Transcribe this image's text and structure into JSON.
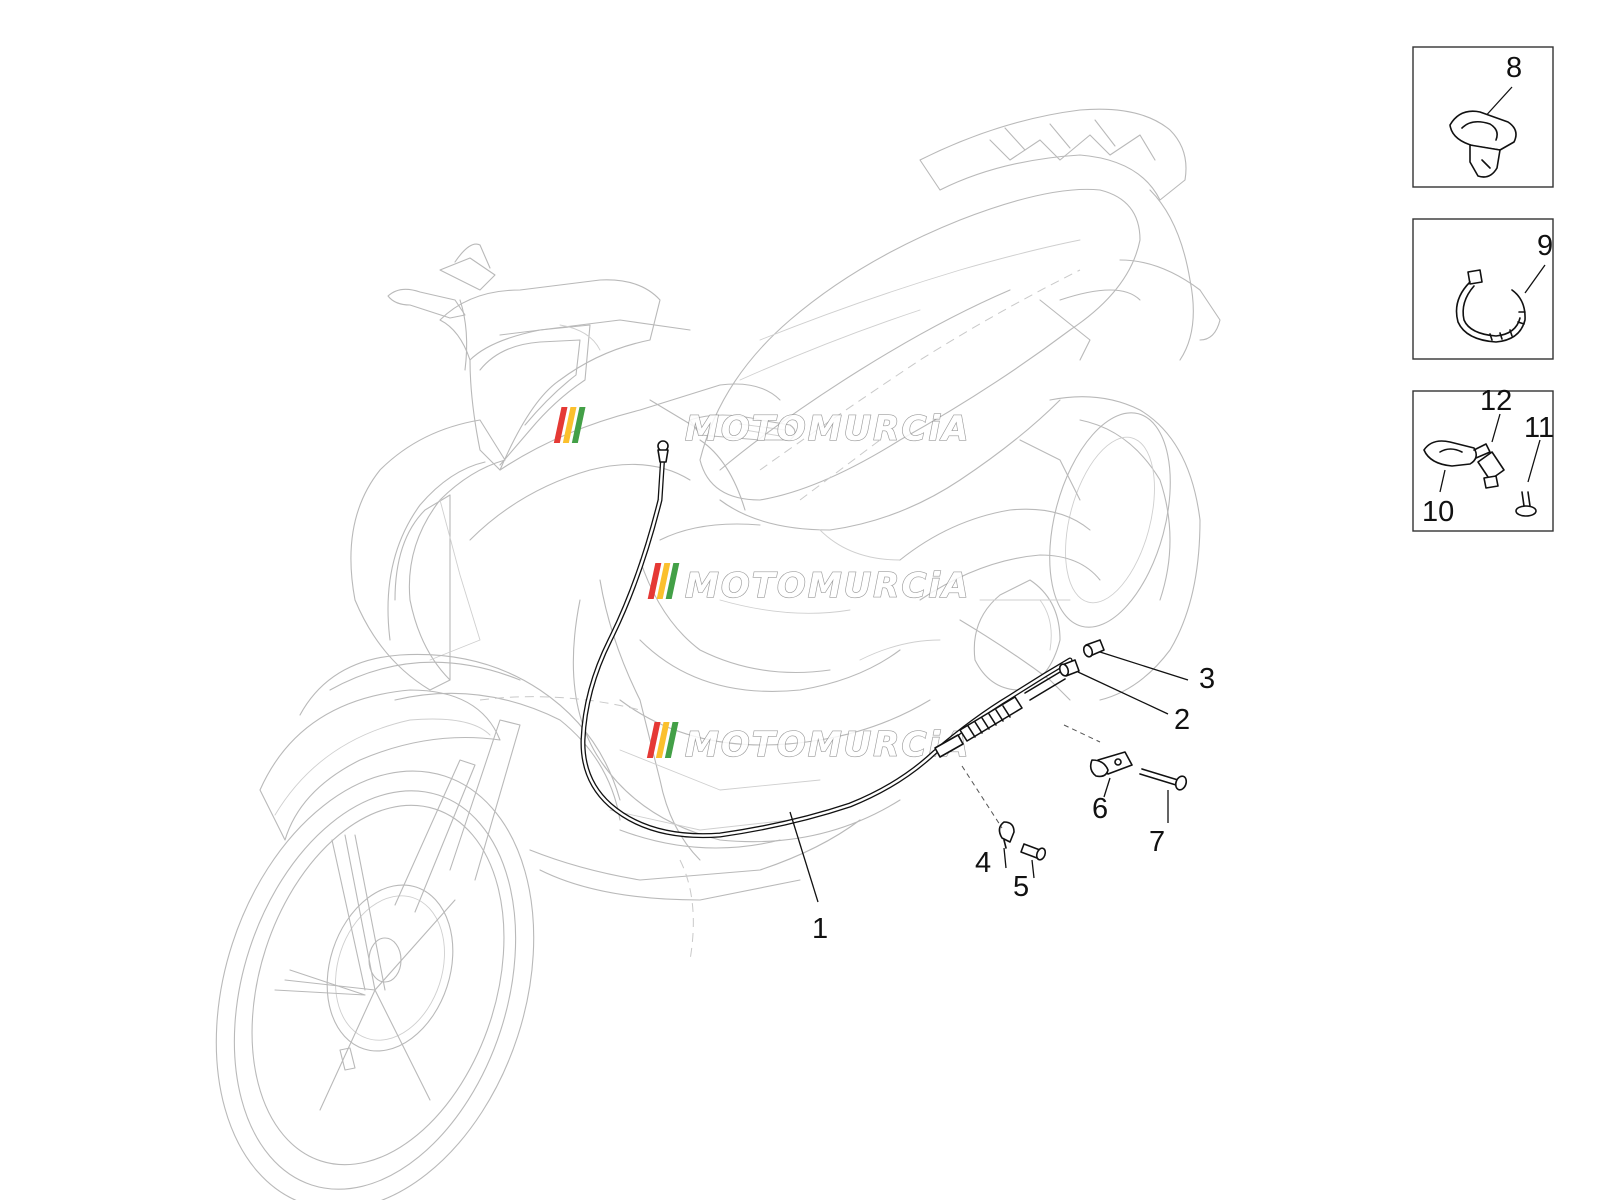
{
  "diagram": {
    "callouts": [
      {
        "id": "callout-1",
        "label": "1"
      },
      {
        "id": "callout-2",
        "label": "2"
      },
      {
        "id": "callout-3",
        "label": "3"
      },
      {
        "id": "callout-4",
        "label": "4"
      },
      {
        "id": "callout-5",
        "label": "5"
      },
      {
        "id": "callout-6",
        "label": "6"
      },
      {
        "id": "callout-7",
        "label": "7"
      },
      {
        "id": "callout-8",
        "label": "8"
      },
      {
        "id": "callout-9",
        "label": "9"
      },
      {
        "id": "callout-10",
        "label": "10"
      },
      {
        "id": "callout-11",
        "label": "11"
      },
      {
        "id": "callout-12",
        "label": "12"
      }
    ],
    "watermark": {
      "text": "MOTOMURCiA",
      "stripe_colors": [
        "#e53935",
        "#fbc02d",
        "#43a047"
      ]
    }
  }
}
